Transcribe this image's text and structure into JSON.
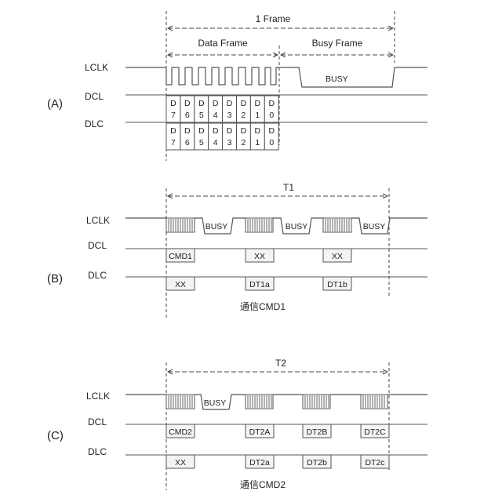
{
  "panel_a": {
    "label": "(A)",
    "signals": [
      "LCLK",
      "DCL",
      "DLC"
    ],
    "frame_label": "1 Frame",
    "data_frame_label": "Data Frame",
    "busy_frame_label": "Busy Frame",
    "busy_label": "BUSY",
    "dcl_bits": [
      {
        "top": "D",
        "bottom": "7"
      },
      {
        "top": "D",
        "bottom": "6"
      },
      {
        "top": "D",
        "bottom": "5"
      },
      {
        "top": "D",
        "bottom": "4"
      },
      {
        "top": "D",
        "bottom": "3"
      },
      {
        "top": "D",
        "bottom": "2"
      },
      {
        "top": "D",
        "bottom": "1"
      },
      {
        "top": "D",
        "bottom": "0"
      }
    ],
    "dlc_bits": [
      {
        "top": "D",
        "bottom": "7"
      },
      {
        "top": "D",
        "bottom": "6"
      },
      {
        "top": "D",
        "bottom": "5"
      },
      {
        "top": "D",
        "bottom": "4"
      },
      {
        "top": "D",
        "bottom": "3"
      },
      {
        "top": "D",
        "bottom": "2"
      },
      {
        "top": "D",
        "bottom": "1"
      },
      {
        "top": "D",
        "bottom": "0"
      }
    ]
  },
  "panel_b": {
    "label": "(B)",
    "signals": [
      "LCLK",
      "DCL",
      "DLC"
    ],
    "period_label": "T1",
    "busy_labels": [
      "BUSY",
      "BUSY",
      "BUSY"
    ],
    "dcl_boxes": [
      "CMD1",
      "XX",
      "XX"
    ],
    "dlc_boxes": [
      "XX",
      "DT1a",
      "DT1b"
    ],
    "caption": "通信CMD1"
  },
  "panel_c": {
    "label": "(C)",
    "signals": [
      "LCLK",
      "DCL",
      "DLC"
    ],
    "period_label": "T2",
    "busy_labels": [
      "BUSY"
    ],
    "dcl_boxes": [
      "CMD2",
      "DT2A",
      "DT2B",
      "DT2C"
    ],
    "dlc_boxes": [
      "XX",
      "DT2a",
      "DT2b",
      "DT2c"
    ],
    "caption": "通信CMD2"
  }
}
